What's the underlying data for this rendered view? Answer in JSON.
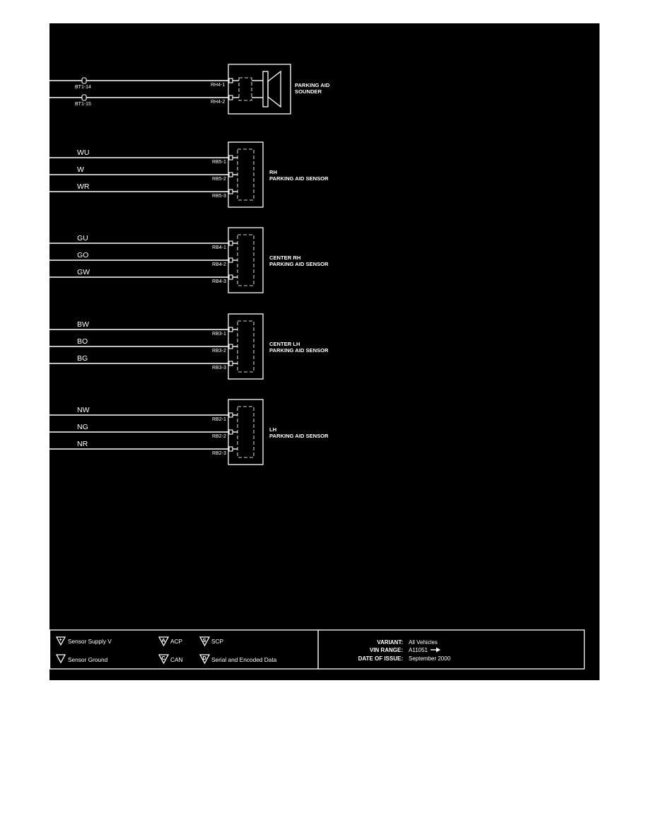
{
  "sounder": {
    "title_line1": "PARKING AID",
    "title_line2": "SOUNDER",
    "connectors": [
      "BT1-14",
      "BT1-15"
    ],
    "pins": [
      "RH4-1",
      "RH4-2"
    ]
  },
  "sensors": [
    {
      "title_line1": "RH",
      "title_line2": "PARKING AID SENSOR",
      "wires": [
        "WU",
        "W",
        "WR"
      ],
      "pins": [
        "RB5-1",
        "RB5-2",
        "RB5-3"
      ]
    },
    {
      "title_line1": "CENTER RH",
      "title_line2": "PARKING AID SENSOR",
      "wires": [
        "GU",
        "GO",
        "GW"
      ],
      "pins": [
        "RB4-1",
        "RB4-2",
        "RB4-3"
      ]
    },
    {
      "title_line1": "CENTER LH",
      "title_line2": "PARKING AID SENSOR",
      "wires": [
        "BW",
        "BO",
        "BG"
      ],
      "pins": [
        "RB3-1",
        "RB3-2",
        "RB3-3"
      ]
    },
    {
      "title_line1": "LH",
      "title_line2": "PARKING AID SENSOR",
      "wires": [
        "NW",
        "NG",
        "NR"
      ],
      "pins": [
        "RB2-1",
        "RB2-2",
        "RB2-3"
      ]
    }
  ],
  "legend": {
    "sensor_supply": "Sensor Supply V",
    "sensor_ground": "Sensor Ground",
    "acp_glyph": "A",
    "acp": "ACP",
    "can_glyph": "C",
    "can": "CAN",
    "scp_glyph": "S",
    "scp": "SCP",
    "serial_glyph": "D",
    "serial": "Serial and Encoded Data",
    "supply_glyph": "+"
  },
  "info": {
    "variant_label": "VARIANT:",
    "variant_value": "All Vehicles",
    "vin_label": "VIN RANGE:",
    "vin_value": "A11051",
    "date_label": "DATE OF ISSUE:",
    "date_value": "September 2000"
  },
  "colors": {
    "background": "#000000",
    "line": "#ffffff"
  }
}
